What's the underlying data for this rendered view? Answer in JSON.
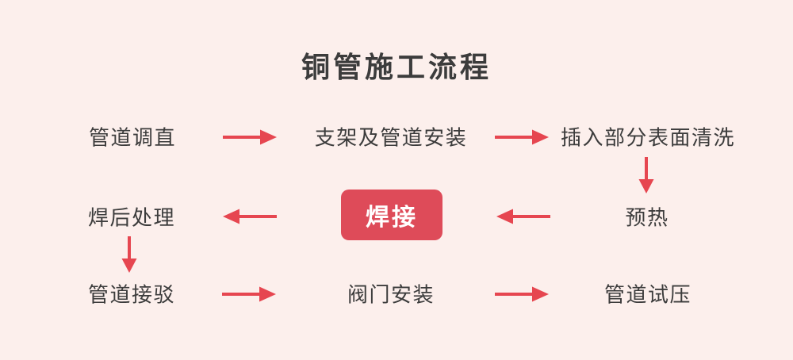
{
  "title": "铜管施工流程",
  "colors": {
    "background": "#fcefec",
    "text": "#3c3c3c",
    "arrow": "#e64650",
    "weld_box_bg": "#de4b59",
    "weld_box_text": "#ffffff"
  },
  "icons": {
    "arrow_right": "→",
    "arrow_left": "←",
    "arrow_down": "↓"
  },
  "rows": [
    {
      "left": "管道调直",
      "center": "支架及管道安装",
      "right": "插入部分表面清洗"
    },
    {
      "left": "焊后处理",
      "center": "焊接",
      "right": "预热"
    },
    {
      "left": "管道接驳",
      "center": "阀门安装",
      "right": "管道试压"
    }
  ]
}
